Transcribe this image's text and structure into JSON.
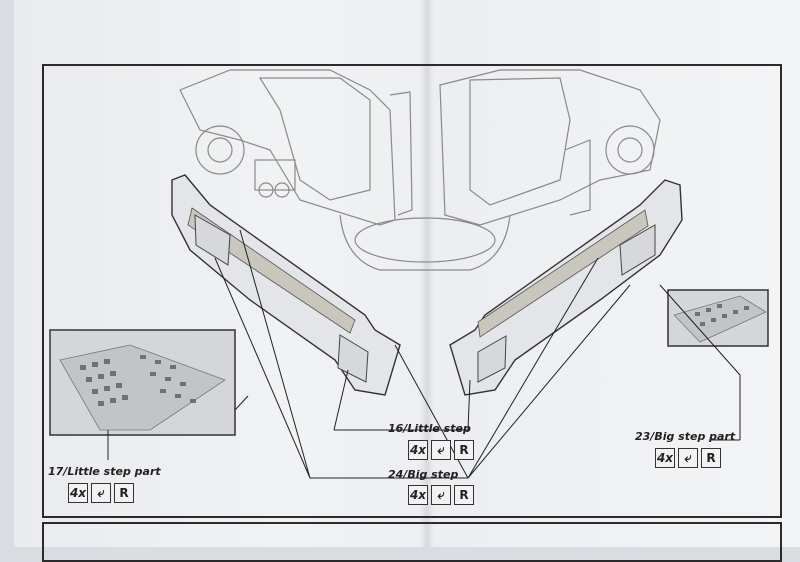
{
  "parts": [
    {
      "id": "little-step-part",
      "label": "17/Little step part",
      "qty": "4x",
      "icon": "glue-curve-icon",
      "mark": "R"
    },
    {
      "id": "little-step",
      "label": "16/Little step",
      "qty": "4x",
      "icon": "glue-curve-icon",
      "mark": "R"
    },
    {
      "id": "big-step",
      "label": "24/Big step",
      "qty": "4x",
      "icon": "glue-curve-icon",
      "mark": "R"
    },
    {
      "id": "big-step-part",
      "label": "23/Big step part",
      "qty": "4x",
      "icon": "glue-curve-icon",
      "mark": "R"
    }
  ]
}
